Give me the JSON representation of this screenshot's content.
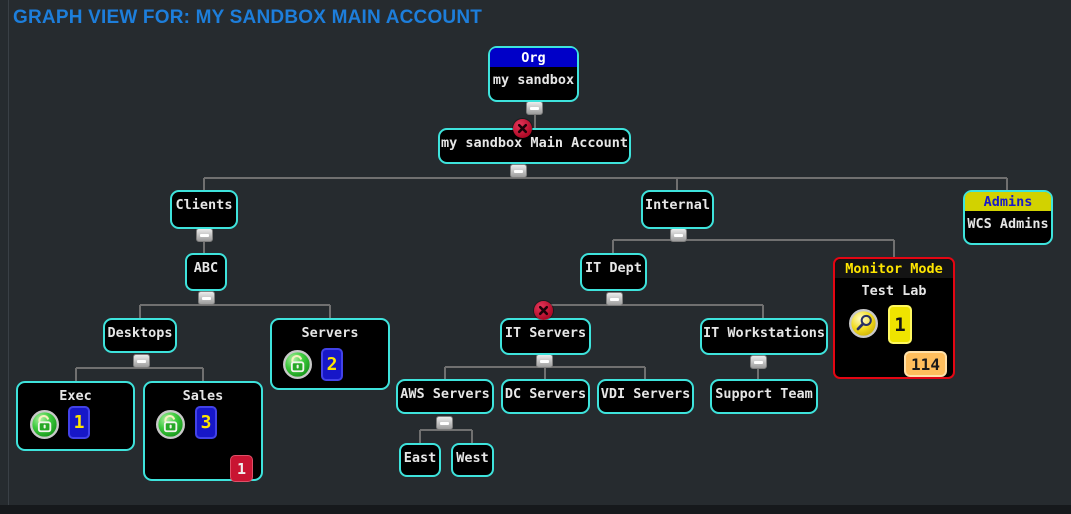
{
  "title": "GRAPH VIEW FOR: MY SANDBOX MAIN ACCOUNT",
  "palette": {
    "background": "#262b2f",
    "title_blue": "#1d7edb",
    "node_border_cyan": "#3ee3dc",
    "node_background": "#000000",
    "monitor_border_red": "#e30613",
    "org_header_blue": "#0000c8",
    "admins_header_yellow": "#d2d200",
    "monitor_header_text_yellow": "#ffe600",
    "connector_gray": "#707070",
    "count_badge_blue": "#1717c8",
    "count_text_yellow": "#ffe600",
    "alert_badge_red": "#c81432",
    "device_badge_orange": "#ffbe5c"
  },
  "nodes": {
    "org": {
      "type_label": "Org",
      "name": "my sandbox"
    },
    "main_account": {
      "name": "my sandbox Main Account"
    },
    "clients": {
      "name": "Clients"
    },
    "internal": {
      "name": "Internal"
    },
    "admins": {
      "type_label": "Admins",
      "name": "WCS Admins"
    },
    "abc": {
      "name": "ABC"
    },
    "desktops": {
      "name": "Desktops"
    },
    "servers": {
      "name": "Servers",
      "locked_count": "2"
    },
    "exec": {
      "name": "Exec",
      "locked_count": "1"
    },
    "sales": {
      "name": "Sales",
      "locked_count": "3",
      "alert_count": "1"
    },
    "it_dept": {
      "name": "IT Dept"
    },
    "it_servers": {
      "name": "IT Servers"
    },
    "it_workstations": {
      "name": "IT Workstations"
    },
    "aws_servers": {
      "name": "AWS Servers"
    },
    "dc_servers": {
      "name": "DC Servers"
    },
    "vdi_servers": {
      "name": "VDI Servers"
    },
    "east": {
      "name": "East"
    },
    "west": {
      "name": "West"
    },
    "support_team": {
      "name": "Support Team"
    },
    "test_lab": {
      "mode_label": "Monitor Mode",
      "name": "Test Lab",
      "monitor_count": "1",
      "device_count": "114"
    }
  },
  "icons": {
    "collapse_button": "minus",
    "error_badge": "red-circle-x",
    "unlocked_badge": "green-open-padlock",
    "monitor_badge": "yellow-magnifier"
  }
}
